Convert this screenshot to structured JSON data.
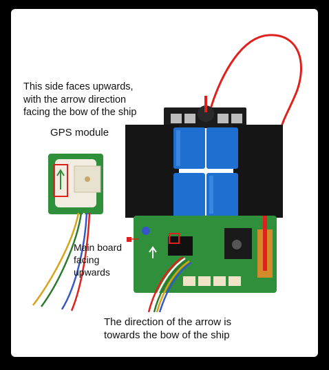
{
  "captions": {
    "top": [
      "This side faces upwards,",
      "with the arrow direction",
      "facing the bow of the ship"
    ],
    "gps": "GPS module",
    "main_board": [
      "Main board",
      "facing",
      "upwards"
    ],
    "bottom": [
      "The direction of the arrow is",
      "towards the bow of the ship"
    ]
  },
  "colors": {
    "background": "#000000",
    "card": "#ffffff",
    "pcb_green": "#2f8f3a",
    "relay_blue": "#1f6fd0",
    "heatsink_black": "#151515",
    "wire_red": "#e0201c",
    "marker_red": "#e0201c"
  },
  "icons": [
    "arrow-up-icon",
    "red-square-marker-icon"
  ]
}
